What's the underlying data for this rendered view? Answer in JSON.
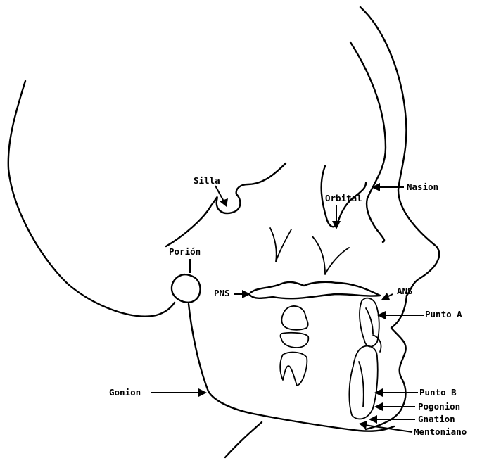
{
  "labels": {
    "silla": "Silla",
    "orbital": "Orbital",
    "nasion": "Nasion",
    "porion": "Porión",
    "pns": "PNS",
    "ans": "ANS",
    "punto_a": "Punto A",
    "gonion": "Gonion",
    "punto_b": "Punto B",
    "pogonion": "Pogonion",
    "gnation": "Gnation",
    "mentoniano": "Mentoniano"
  }
}
